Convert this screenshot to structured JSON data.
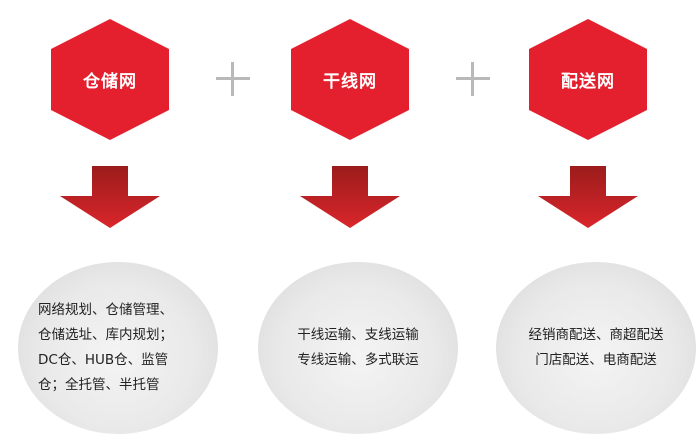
{
  "colors": {
    "hexagon": "#e5202e",
    "arrow_dark": "#9b1c1c",
    "arrow_light": "#d9262b",
    "plus": "#b9b9b9",
    "bubble": "#e9e9e9"
  },
  "operator": "+",
  "columns": [
    {
      "title": "仓储网",
      "lines": [
        "网络规划、仓储管理、",
        "仓储选址、库内规划；",
        "DC仓、HUB仓、监管",
        "仓；全托管、半托管"
      ]
    },
    {
      "title": "干线网",
      "lines": [
        "干线运输、支线运输",
        "专线运输、多式联运"
      ]
    },
    {
      "title": "配送网",
      "lines": [
        "经销商配送、商超配送",
        "门店配送、电商配送"
      ]
    }
  ]
}
